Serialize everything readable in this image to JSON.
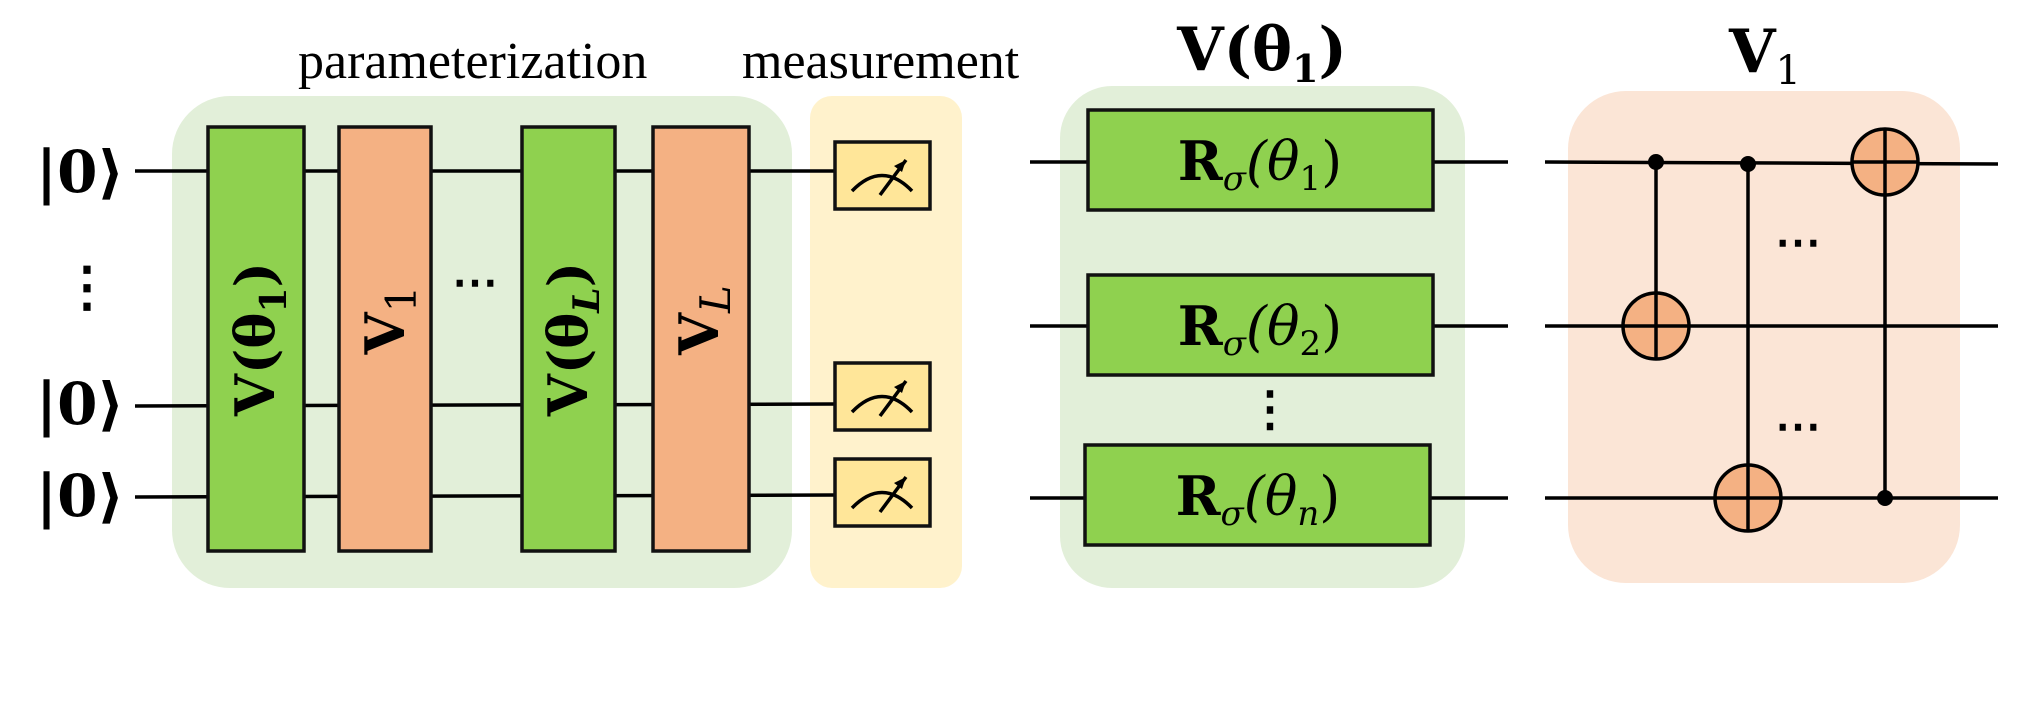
{
  "circuit": {
    "section_labels": {
      "parameterization": "parameterization",
      "measurement": "measurement"
    },
    "input_kets": [
      "|0⟩",
      "|0⟩",
      "|0⟩"
    ],
    "vertical_ellipsis": "⋮",
    "horizontal_ellipsis": "⋯",
    "gates": [
      {
        "label": "V(θ1)",
        "main": "V(θ",
        "sub": "1",
        "tail": ")",
        "kind": "param"
      },
      {
        "label": "V1",
        "main": "V",
        "sub": "1",
        "tail": "",
        "kind": "entangle"
      },
      {
        "label": "V(θL)",
        "main": "V(θ",
        "sub": "L",
        "tail": ")",
        "kind": "param"
      },
      {
        "label": "VL",
        "main": "V",
        "sub": "L",
        "tail": "",
        "kind": "entangle"
      }
    ],
    "measurement_count": 3
  },
  "param_detail": {
    "title": {
      "main": "V(θ",
      "sub": "1",
      "tail": ")"
    },
    "rotations": [
      {
        "main": "R",
        "sigma": "σ",
        "open": "(θ",
        "sub": "1",
        "close": ")"
      },
      {
        "main": "R",
        "sigma": "σ",
        "open": "(θ",
        "sub": "2",
        "close": ")"
      },
      {
        "main": "R",
        "sigma": "σ",
        "open": "(θ",
        "sub": "n",
        "close": ")"
      }
    ],
    "vertical_ellipsis": "⋮"
  },
  "entangle_detail": {
    "title": {
      "main": "V",
      "sub": "1"
    },
    "ellipsis_top": "⋯",
    "ellipsis_bottom": "⋯"
  },
  "colors": {
    "param_green": "#8fd14f",
    "param_bg": "#e2efd9",
    "entangle_orange": "#f4b183",
    "entangle_bg": "#fbe5d6",
    "measure_yellow": "#ffe699",
    "measure_bg": "#fff2cc"
  }
}
